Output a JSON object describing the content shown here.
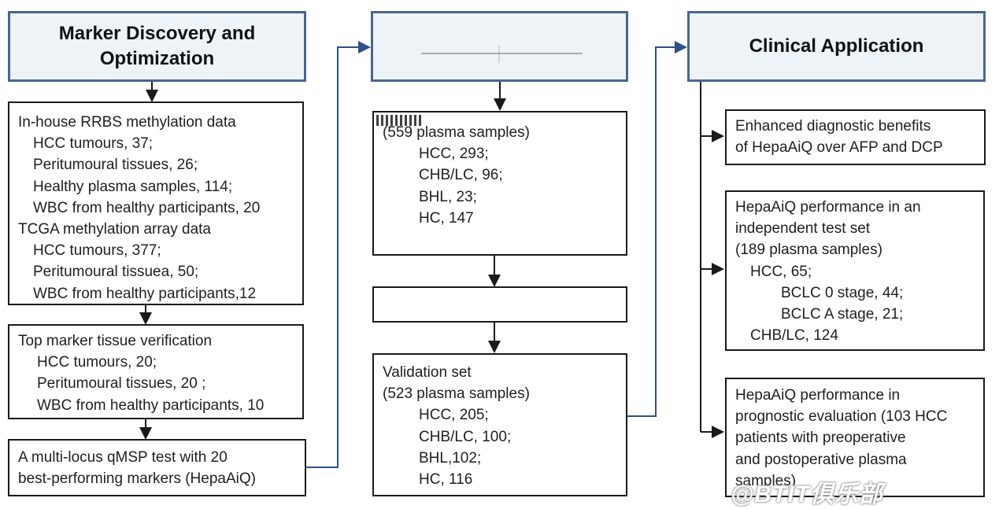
{
  "col1": {
    "header": "Marker Discovery and Optimization",
    "box1": {
      "title1": "In-house RRBS methylation data",
      "items1": [
        "HCC tumours, 37;",
        "Peritumoural tissues, 26;",
        "Healthy plasma samples, 114;",
        "WBC from healthy participants, 20"
      ],
      "title2": "TCGA methylation array data",
      "items2": [
        "HCC tumours, 377;",
        "Peritumoural tissuea, 50;",
        "WBC from healthy participants,12"
      ]
    },
    "box2": {
      "title": "Top marker tissue verification",
      "items": [
        "HCC tumours, 20;",
        "Peritumoural tissues, 20 ;",
        "WBC from healthy participants, 10"
      ]
    },
    "box3": {
      "lines": [
        "A multi-locus qMSP test with 20",
        "best-performing markers (HepaAiQ)"
      ]
    }
  },
  "col2": {
    "header": "",
    "box1": {
      "title": "",
      "subtitle": "(559 plasma samples)",
      "items": [
        "HCC, 293;",
        "CHB/LC, 96;",
        "BHL, 23;",
        "HC, 147"
      ]
    },
    "box2": {
      "title": ""
    },
    "box3": {
      "title": "Validation set",
      "subtitle": "(523 plasma samples)",
      "items": [
        "HCC, 205;",
        "CHB/LC, 100;",
        "BHL,102;",
        "HC, 116"
      ]
    }
  },
  "col3": {
    "header": "Clinical Application",
    "box1": {
      "lines": [
        "Enhanced diagnostic benefits",
        "of HepaAiQ over AFP and DCP"
      ]
    },
    "box2": {
      "lines": [
        "HepaAiQ performance in an",
        "independent test set",
        "(189 plasma samples)"
      ],
      "hcc": "HCC, 65;",
      "stages": [
        "BCLC 0 stage, 44;",
        "BCLC A stage, 21;"
      ],
      "chb": "CHB/LC, 124"
    },
    "box3": {
      "lines": [
        "HepaAiQ performance in",
        "prognostic evaluation (103 HCC",
        "patients with preoperative",
        "and postoperative plasma",
        "samples)"
      ]
    }
  },
  "watermark": "@BTIT俱乐部",
  "colors": {
    "header_border": "#4a6690",
    "header_fill": "#eef3f8",
    "connector_blue": "#2f4f86",
    "box_border": "#1a1a1a"
  }
}
